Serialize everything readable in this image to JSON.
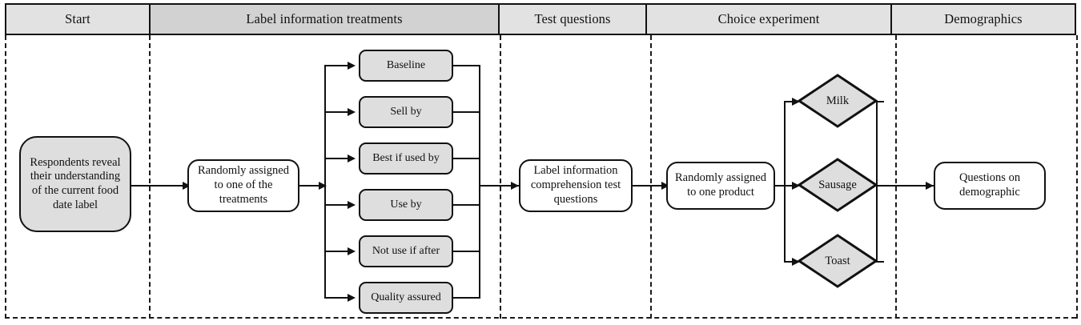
{
  "diagram": {
    "title_row": {
      "columns": [
        {
          "label": "Start"
        },
        {
          "label": "Label information treatments"
        },
        {
          "label": "Test questions"
        },
        {
          "label": "Choice experiment"
        },
        {
          "label": "Demographics"
        }
      ]
    },
    "nodes": {
      "start": "Respondents reveal their understanding of the current food date label",
      "randomize_treatment": "Randomly assigned to one of the treatments",
      "treatments": [
        "Baseline",
        "Sell by",
        "Best if used by",
        "Use by",
        "Not use if after",
        "Quality assured"
      ],
      "test_questions": "Label information comprehension test questions",
      "randomize_product": "Randomly assigned to one product",
      "products": [
        "Milk",
        "Sausage",
        "Toast"
      ],
      "demographics": "Questions on demographic"
    },
    "colors": {
      "header_fill": "#e2e2e2",
      "header_fill_active": "#d2d2d2",
      "node_fill": "#dedede",
      "node_fill_plain": "#ffffff",
      "stroke": "#111111"
    }
  }
}
